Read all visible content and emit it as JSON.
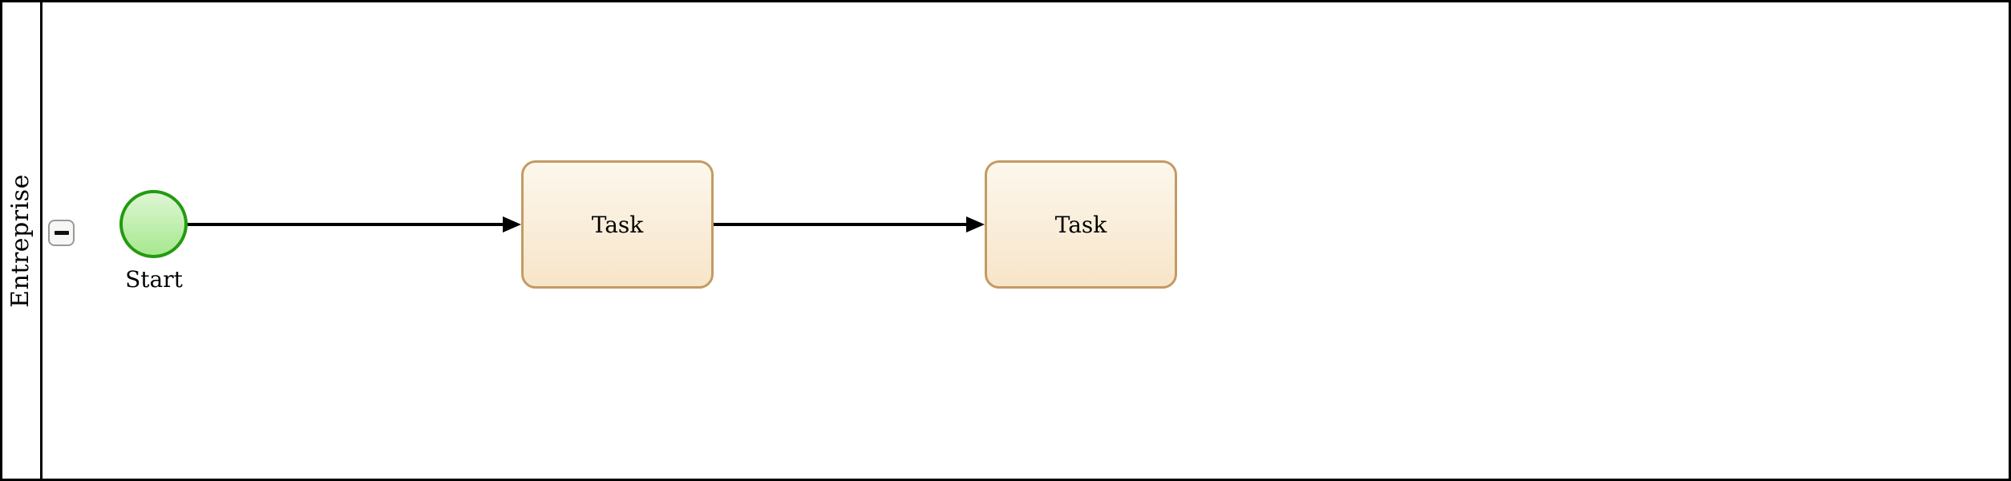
{
  "pool": {
    "lane_label": "Entreprise",
    "collapse_button_symbol": "−"
  },
  "nodes": {
    "start_event": {
      "label": "Start",
      "shape": "circle"
    },
    "task_1": {
      "label": "Task",
      "shape": "rounded-rectangle"
    },
    "task_2": {
      "label": "Task",
      "shape": "rounded-rectangle"
    }
  },
  "connections": [
    {
      "from": "start_event",
      "to": "task_1",
      "style": "solid-arrow"
    },
    {
      "from": "task_1",
      "to": "task_2",
      "style": "solid-arrow"
    }
  ],
  "colors": {
    "pool-stroke": "#000000",
    "connector": "#000000",
    "start-event-stroke": "#239b10",
    "start-event-fill-top": "#def6d4",
    "start-event-fill-bottom": "#a6e88e",
    "task-stroke": "#c49a63",
    "task-fill-top": "#fdf7ec",
    "task-fill-bottom": "#f7e5c9",
    "collapse-border": "#999999",
    "collapse-fill": "#f7f7f5"
  }
}
